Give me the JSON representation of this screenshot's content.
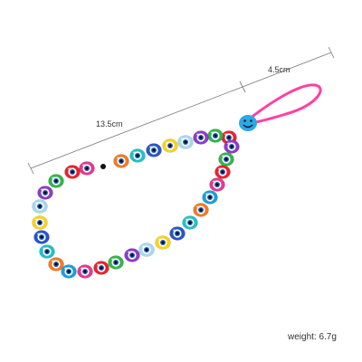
{
  "product": {
    "length_label": "13.5cm",
    "width_label": "4.5cm",
    "weight_label": "weight:  6.7g"
  },
  "colors": {
    "strap": "#ff3fa4",
    "smiley_bead": "#2ba8e6",
    "dimension_line": "#777777",
    "bead_palette": [
      "#e8242c",
      "#f47a20",
      "#fbd21a",
      "#37b34a",
      "#1d9fd9",
      "#2a55c9",
      "#8e3cc6",
      "#e5398f",
      "#25c0c4",
      "#a8d8f0"
    ]
  },
  "icons": [
    "evil-eye-bead-icon",
    "smiley-face-bead-icon"
  ]
}
